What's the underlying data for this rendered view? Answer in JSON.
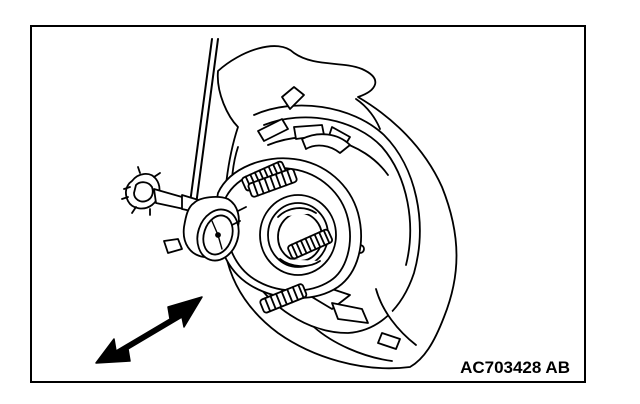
{
  "figure": {
    "code": "AC703428 AB",
    "line_color": "#000000",
    "background_color": "#ffffff"
  },
  "parts": {
    "dust_shield": "dust-shield",
    "hub_flange": "hub-flange",
    "wheel_studs": 4,
    "dial_gauge": "dial-indicator",
    "motion_arrow": "double-headed-arrow"
  }
}
